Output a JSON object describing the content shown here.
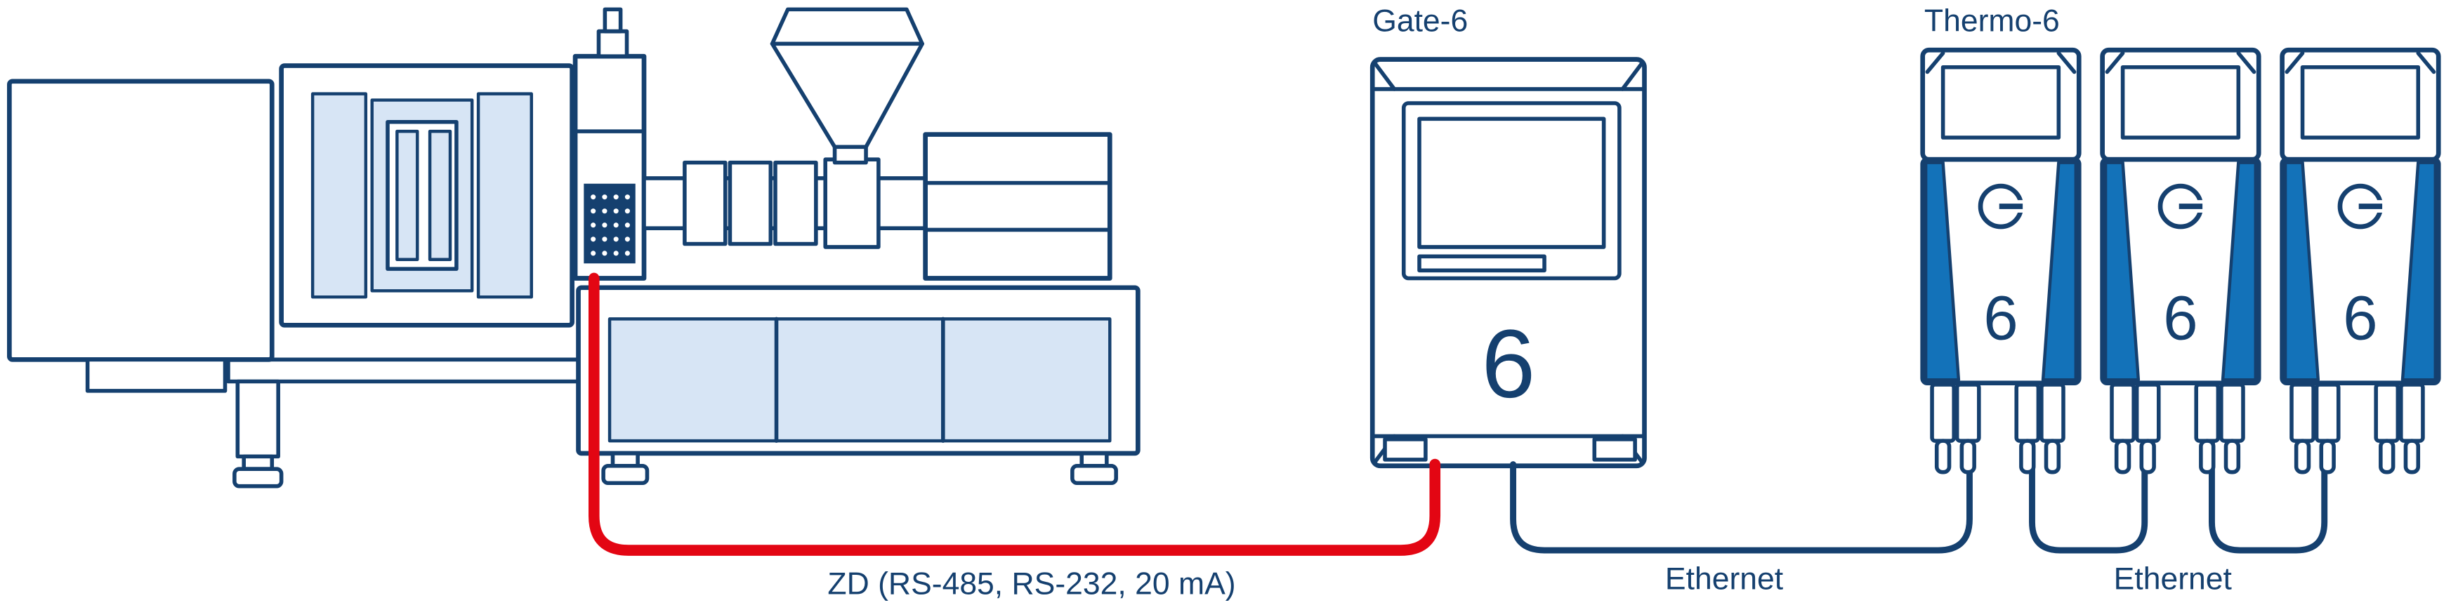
{
  "colors": {
    "outline_navy": "#15406F",
    "light_blue_fill": "#D7E5F5",
    "panel_blue_fill": "#1372B9",
    "cable_red": "#E30613",
    "background": "#FFFFFF"
  },
  "gate": {
    "label": "Gate-6",
    "digit": "6"
  },
  "thermo": {
    "label": "Thermo-6",
    "digit": "6",
    "unit_count": 3
  },
  "cables": {
    "zd_label": "ZD (RS-485, RS-232, 20 mA)",
    "ethernet_label_1": "Ethernet",
    "ethernet_label_2": "Ethernet"
  }
}
